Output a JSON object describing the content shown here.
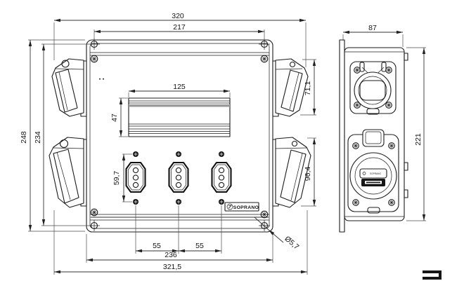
{
  "labels": {
    "brand": "SOPRANO"
  },
  "dimensions": {
    "overall_width_top": "320",
    "mount_hole_spacing_h": "217",
    "overall_height": "248",
    "mount_hole_spacing_v": "234",
    "din_window_width": "125",
    "din_window_height": "47",
    "outlet_screw_spacing": "59,7",
    "outlet_pitch_left": "55",
    "outlet_pitch_right": "55",
    "body_width_bottom": "236",
    "overall_width_bottom": "321,5",
    "side_socket_top_height": "71,1",
    "side_socket_bottom_height": "96,4",
    "mount_hole_diameter": "Ø5,7",
    "side_view_width": "87",
    "side_view_height": "221"
  }
}
